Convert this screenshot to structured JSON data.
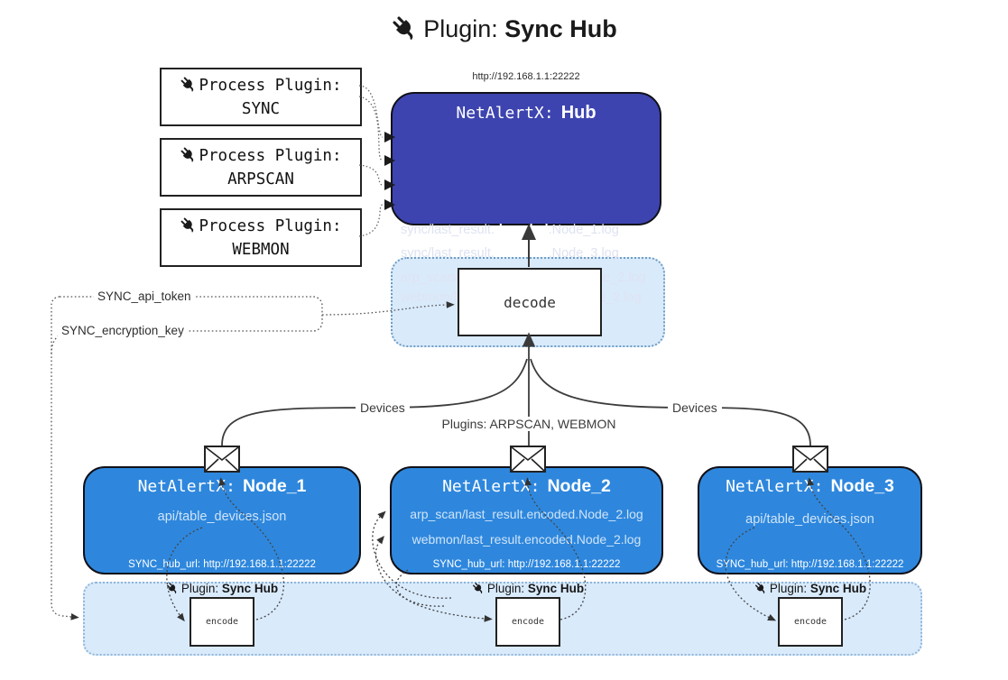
{
  "title": {
    "prefix": "Plugin:",
    "name": "Sync Hub"
  },
  "process_plugins": [
    {
      "label": "Process Plugin:",
      "name": "SYNC"
    },
    {
      "label": "Process Plugin:",
      "name": "ARPSCAN"
    },
    {
      "label": "Process Plugin:",
      "name": "WEBMON"
    }
  ],
  "hub": {
    "url": "http://192.168.1.1:22222",
    "name_prefix": "NetAlertX:",
    "name": "Hub",
    "logs": [
      {
        "pre": "sync/last_result.",
        "bold": "decoded",
        "post": ".Node_1.log"
      },
      {
        "pre": "sync/last_result.",
        "bold": "decoded",
        "post": ".Node_3.log"
      },
      {
        "pre": "arp_scan/last_result.",
        "bold": "decoded",
        "post": ".Node_2.log"
      },
      {
        "pre": "webmon/last_result.",
        "bold": "decoded",
        "post": ".Node_2.log"
      }
    ]
  },
  "decode_box": {
    "label": "decode"
  },
  "secrets": {
    "api_token": "SYNC_api_token",
    "encryption_key": "SYNC_encryption_key"
  },
  "edge_labels": {
    "devices_left": "Devices",
    "devices_right": "Devices",
    "plugins_mid": "Plugins: ARPSCAN, WEBMON"
  },
  "nodes": [
    {
      "name_prefix": "NetAlertX:",
      "name": "Node_1",
      "files": [
        "api/table_devices.json"
      ],
      "hub_url": "SYNC_hub_url: http://192.168.1.1:22222"
    },
    {
      "name_prefix": "NetAlertX:",
      "name": "Node_2",
      "files": [
        "arp_scan/last_result.encoded.Node_2.log",
        "webmon/last_result.encoded.Node_2.log"
      ],
      "hub_url": "SYNC_hub_url: http://192.168.1.1:22222"
    },
    {
      "name_prefix": "NetAlertX:",
      "name": "Node_3",
      "files": [
        "api/table_devices.json"
      ],
      "hub_url": "SYNC_hub_url: http://192.168.1.1:22222"
    }
  ],
  "encoders": [
    {
      "label_prefix": "Plugin:",
      "label_name": "Sync Hub",
      "box_label": "encode"
    },
    {
      "label_prefix": "Plugin:",
      "label_name": "Sync Hub",
      "box_label": "encode"
    },
    {
      "label_prefix": "Plugin:",
      "label_name": "Sync Hub",
      "box_label": "encode"
    }
  ],
  "colors": {
    "hub_bg": "#3d44af",
    "node_bg": "#2e87dd",
    "panel_bg": "#d9eafb",
    "panel_border": "#6f9dc4",
    "connector": "#3c3c3c",
    "node_text_light": "#cfe4f8"
  }
}
